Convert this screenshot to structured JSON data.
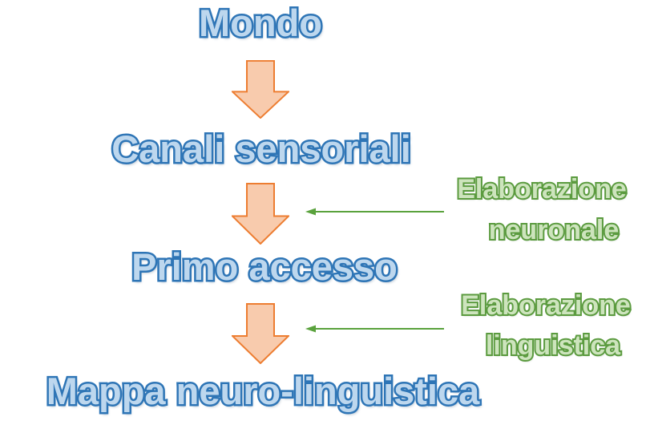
{
  "diagram": {
    "nodes": [
      {
        "id": "mondo",
        "label": "Mondo"
      },
      {
        "id": "canali-sensoriali",
        "label": "Canali sensoriali"
      },
      {
        "id": "primo-accesso",
        "label": "Primo accesso"
      },
      {
        "id": "mappa-neuro-linguistica",
        "label": "Mappa neuro-linguistica"
      }
    ],
    "flow_arrows": [
      {
        "from": "Mondo",
        "to": "Canali sensoriali",
        "direction": "down"
      },
      {
        "from": "Canali sensoriali",
        "to": "Primo accesso",
        "direction": "down"
      },
      {
        "from": "Primo accesso",
        "to": "Mappa neuro-linguistica",
        "direction": "down"
      }
    ],
    "annotations": [
      {
        "id": "elaborazione-neuronale",
        "line1": "Elaborazione",
        "line2": "neuronale",
        "points_to": "arrow between Canali sensoriali and Primo accesso",
        "direction": "left"
      },
      {
        "id": "elaborazione-linguistica",
        "line1": "Elaborazione",
        "line2": "linguistica",
        "points_to": "arrow between Primo accesso and Mappa neuro-linguistica",
        "direction": "left"
      }
    ],
    "colors": {
      "node_fill": "#BDD7EE",
      "node_stroke": "#2E75B6",
      "arrow_fill": "#F8CBAD",
      "arrow_stroke": "#ED7D31",
      "side_fill": "#CDE4BD",
      "side_stroke": "#5B9B3F",
      "connector_stroke": "#5AA23D"
    }
  }
}
